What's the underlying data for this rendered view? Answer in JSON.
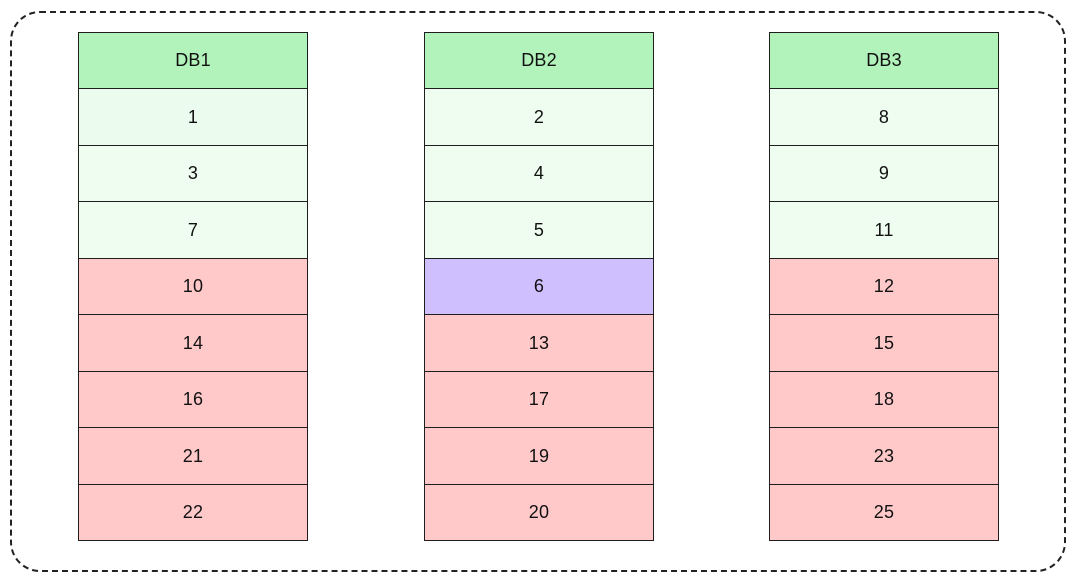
{
  "colors": {
    "header": "#b2f2bb",
    "green": "#ebfbee",
    "lightgreen": "#effdf1",
    "red": "#ffc9c9",
    "purple": "#d0bfff"
  },
  "databases": [
    {
      "name": "DB1",
      "rows": [
        {
          "value": "1",
          "state": "green"
        },
        {
          "value": "3",
          "state": "lightgreen"
        },
        {
          "value": "7",
          "state": "lightgreen"
        },
        {
          "value": "10",
          "state": "red"
        },
        {
          "value": "14",
          "state": "red"
        },
        {
          "value": "16",
          "state": "red"
        },
        {
          "value": "21",
          "state": "red"
        },
        {
          "value": "22",
          "state": "red"
        }
      ]
    },
    {
      "name": "DB2",
      "rows": [
        {
          "value": "2",
          "state": "lightgreen"
        },
        {
          "value": "4",
          "state": "lightgreen"
        },
        {
          "value": "5",
          "state": "lightgreen"
        },
        {
          "value": "6",
          "state": "purple"
        },
        {
          "value": "13",
          "state": "red"
        },
        {
          "value": "17",
          "state": "red"
        },
        {
          "value": "19",
          "state": "red"
        },
        {
          "value": "20",
          "state": "red"
        }
      ]
    },
    {
      "name": "DB3",
      "rows": [
        {
          "value": "8",
          "state": "lightgreen"
        },
        {
          "value": "9",
          "state": "lightgreen"
        },
        {
          "value": "11",
          "state": "lightgreen"
        },
        {
          "value": "12",
          "state": "red"
        },
        {
          "value": "15",
          "state": "red"
        },
        {
          "value": "18",
          "state": "red"
        },
        {
          "value": "23",
          "state": "red"
        },
        {
          "value": "25",
          "state": "red"
        }
      ]
    }
  ]
}
